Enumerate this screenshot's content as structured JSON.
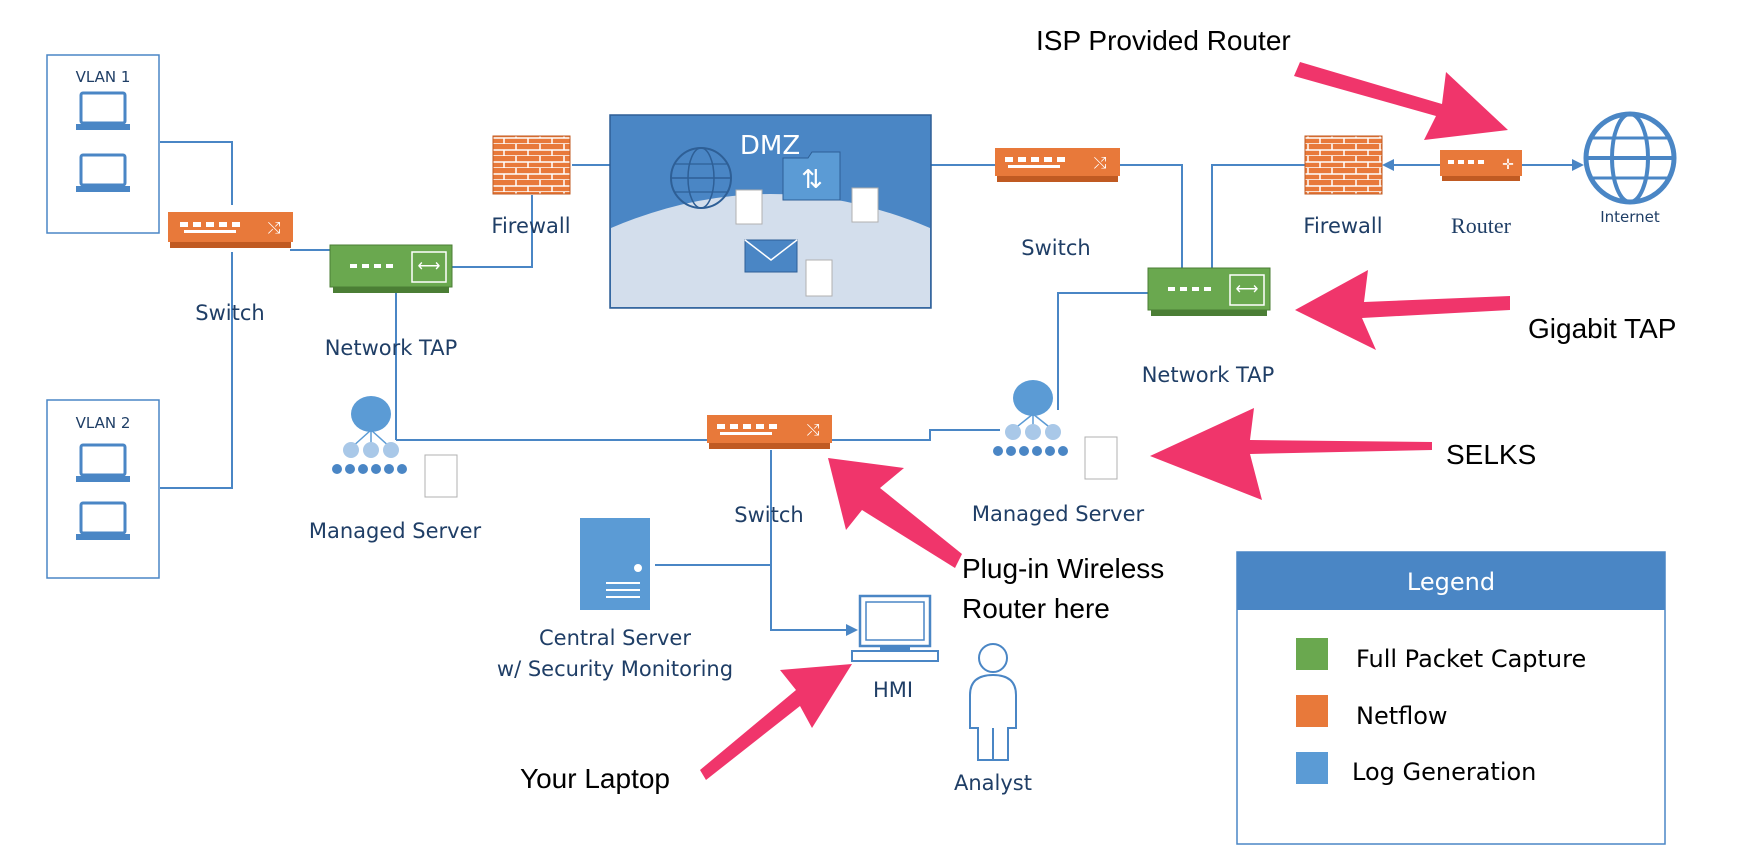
{
  "colors": {
    "full_packet_capture": "#6aa84f",
    "netflow": "#e8793a",
    "log_generation": "#5b9bd5",
    "wire": "#4a86c5",
    "annotation_arrow": "#f0356b",
    "label_text": "#1f3e66"
  },
  "vlans": {
    "vlan1": "VLAN 1",
    "vlan2": "VLAN 2"
  },
  "nodes": {
    "switch_left": "Switch",
    "network_tap_left": "Network TAP",
    "firewall_left": "Firewall",
    "dmz": "DMZ",
    "switch_top_right": "Switch",
    "network_tap_right": "Network TAP",
    "firewall_right": "Firewall",
    "router": "Router",
    "internet": "Internet",
    "managed_server_left": "Managed Server",
    "switch_center": "Switch",
    "managed_server_right": "Managed Server",
    "central_server_line1": "Central Server",
    "central_server_line2": "w/ Security Monitoring",
    "hmi": "HMI",
    "analyst": "Analyst"
  },
  "annotations": {
    "isp_router": "ISP Provided Router",
    "gigabit_tap": "Gigabit TAP",
    "selks": "SELKS",
    "plugin_wireless_line1": "Plug-in Wireless",
    "plugin_wireless_line2": "Router here",
    "your_laptop": "Your Laptop"
  },
  "legend": {
    "title": "Legend",
    "items": [
      {
        "label": "Full Packet Capture",
        "color": "#6aa84f"
      },
      {
        "label": "Netflow",
        "color": "#e8793a"
      },
      {
        "label": "Log Generation",
        "color": "#5b9bd5"
      }
    ]
  }
}
